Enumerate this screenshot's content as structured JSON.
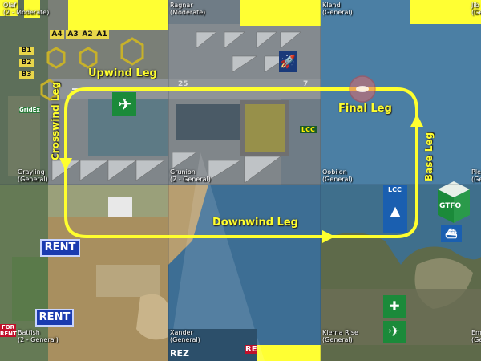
{
  "regions": [
    {
      "name": "Olaf",
      "rating": "(2 - Moderate)"
    },
    {
      "name": "Ragnar",
      "rating": "(Moderate)"
    },
    {
      "name": "Klend",
      "rating": "(General)"
    },
    {
      "name": "Jib",
      "rating": "(Ge"
    },
    {
      "name": "Grayling",
      "rating": "(General)"
    },
    {
      "name": "Grunion",
      "rating": "(2 - General)"
    },
    {
      "name": "Oobilon",
      "rating": "(General)"
    },
    {
      "name": "Ple",
      "rating": "(Ge"
    },
    {
      "name": "Batfish",
      "rating": "(2 - General)"
    },
    {
      "name": "Xander",
      "rating": "(General)"
    },
    {
      "name": "Kierna Rise",
      "rating": "(General)"
    },
    {
      "name": "Em",
      "rating": "(Ge"
    }
  ],
  "pattern_legs": {
    "upwind": "Upwind Leg",
    "crosswind": "Crosswind Leg",
    "downwind": "Downwind Leg",
    "base": "Base Leg",
    "final": "Final Leg"
  },
  "signs": {
    "rent_1": "RENT",
    "rent_2": "RENT",
    "for_rent": "FOR RENT",
    "rez": "REZ",
    "re": "RE",
    "lcc_1": "LCC",
    "lcc_2": "LCC",
    "gtfo": "GTFO",
    "grid_sign": "GridEx"
  },
  "parking_spots": [
    "A4",
    "A3",
    "A2",
    "A1",
    "B1",
    "B2",
    "B3"
  ],
  "runway_numbers": {
    "west": "25",
    "east": "7"
  },
  "colors": {
    "pattern": "#ffff2e",
    "water": "#3f6f8c",
    "tarmac": "#7d8185",
    "land": "#8a7a5a",
    "yellow_parcel": "#ffff33",
    "rent_blue": "#1a3bb0",
    "marker_green": "#1b8a3a"
  },
  "icons": [
    "airplane-icon",
    "rocket-icon",
    "helicopter-icon",
    "lighthouse-icon",
    "ship-icon",
    "gtfo-cube-icon",
    "hexagon-pad-icon"
  ]
}
